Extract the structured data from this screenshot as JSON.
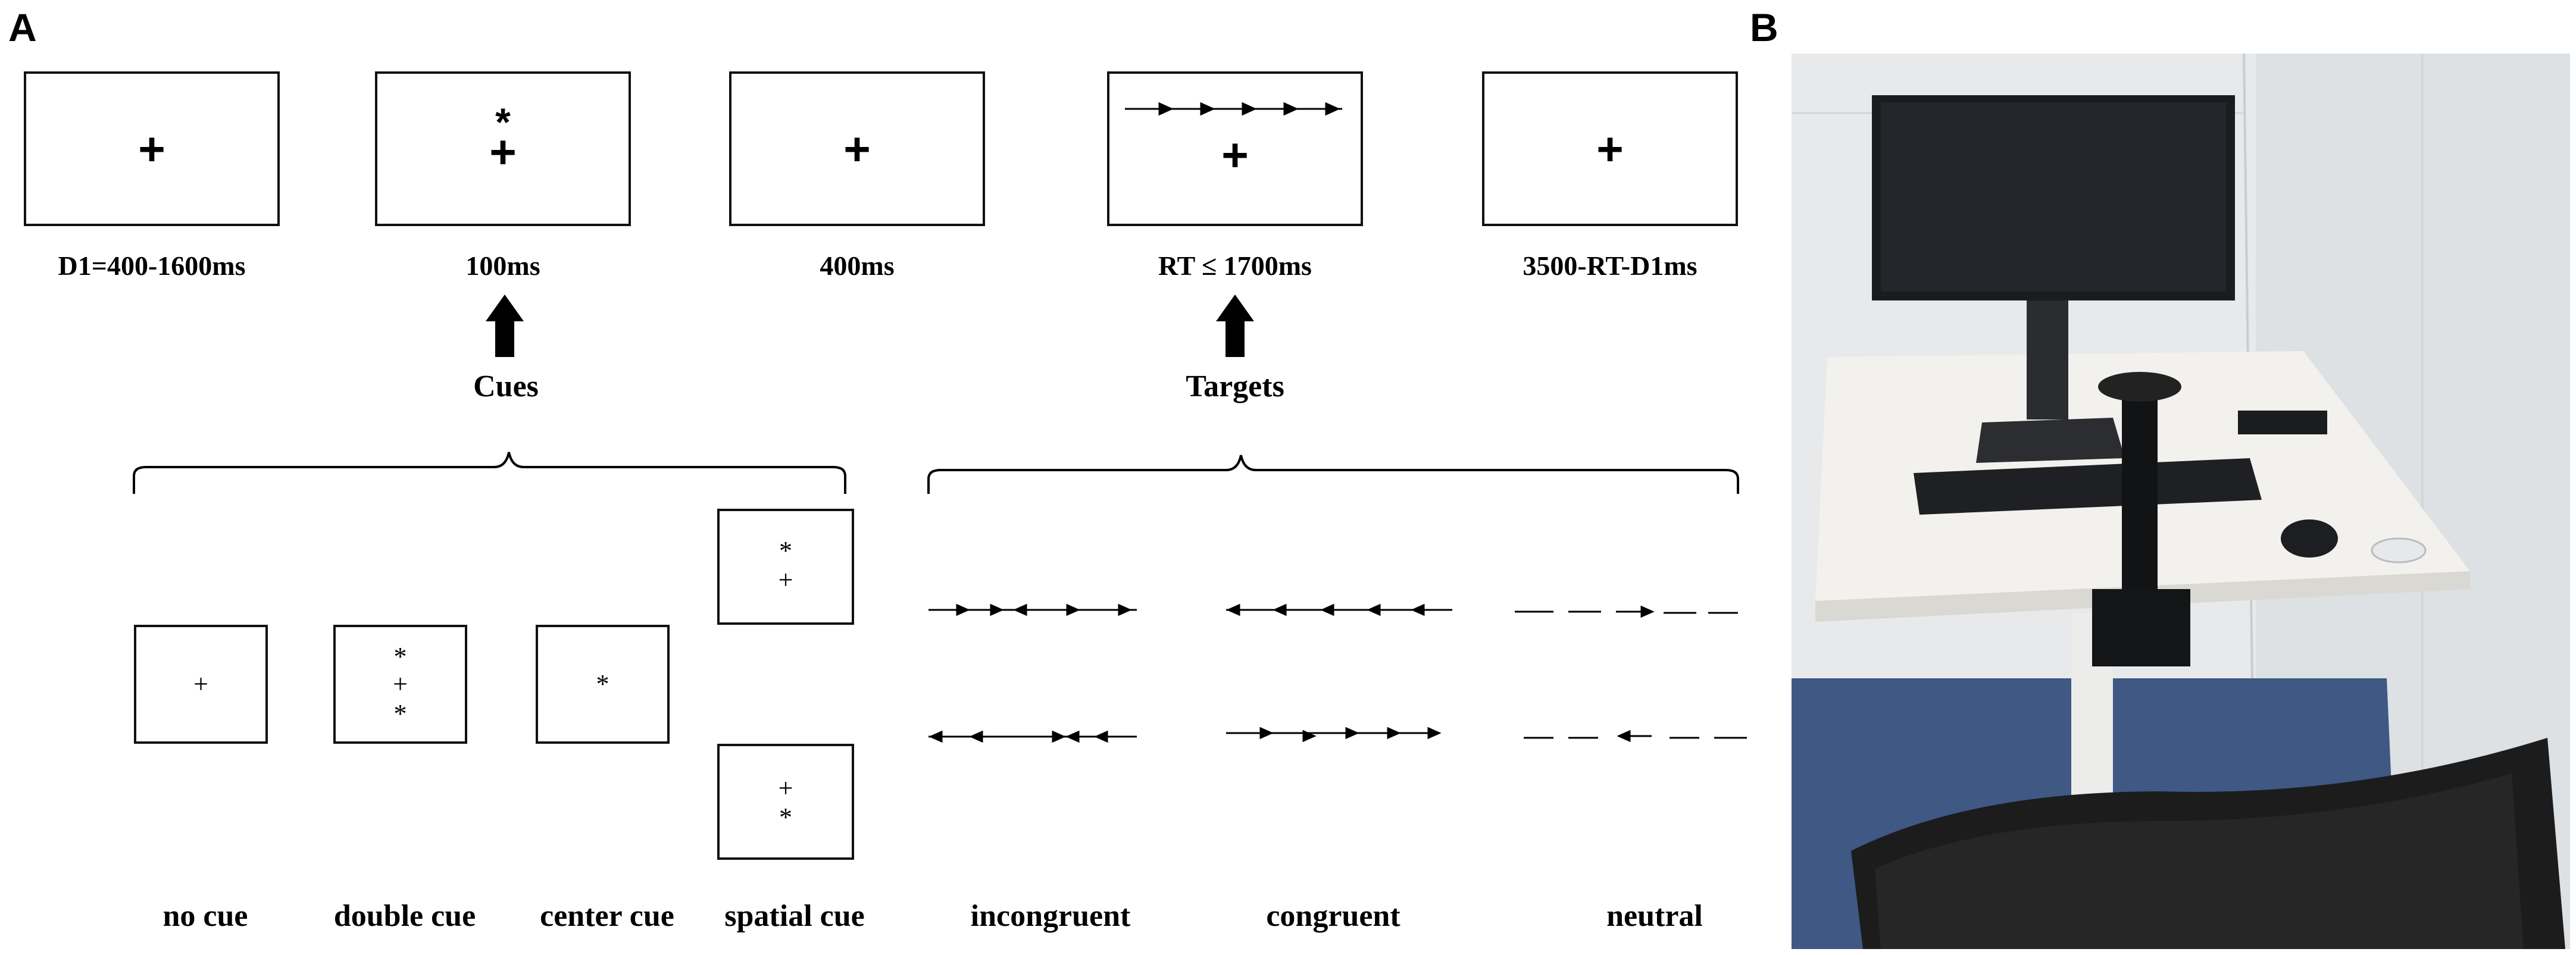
{
  "panels": {
    "a": "A",
    "b": "B"
  },
  "trial": {
    "fixation_symbol": "+",
    "cue_symbol": "*",
    "screens": [
      {
        "id": "fixation",
        "duration": "D1=400-1600ms"
      },
      {
        "id": "cue",
        "duration": "100ms"
      },
      {
        "id": "interval",
        "duration": "400ms"
      },
      {
        "id": "target",
        "duration": "RT ≤ 1700ms"
      },
      {
        "id": "end",
        "duration": "3500-RT-D1ms"
      }
    ],
    "cues_heading": "Cues",
    "targets_heading": "Targets"
  },
  "conditions": {
    "cues": [
      "no cue",
      "double cue",
      "center cue",
      "spatial cue"
    ],
    "targets": [
      "incongruent",
      "congruent",
      "neutral"
    ]
  },
  "photo": {
    "wall_color": "#e6e8ea",
    "desk_color": "#f1f0ec",
    "floor_color": "#3f5884",
    "monitor_color": "#1a1c1f",
    "chair_color": "#1c1c1c"
  }
}
